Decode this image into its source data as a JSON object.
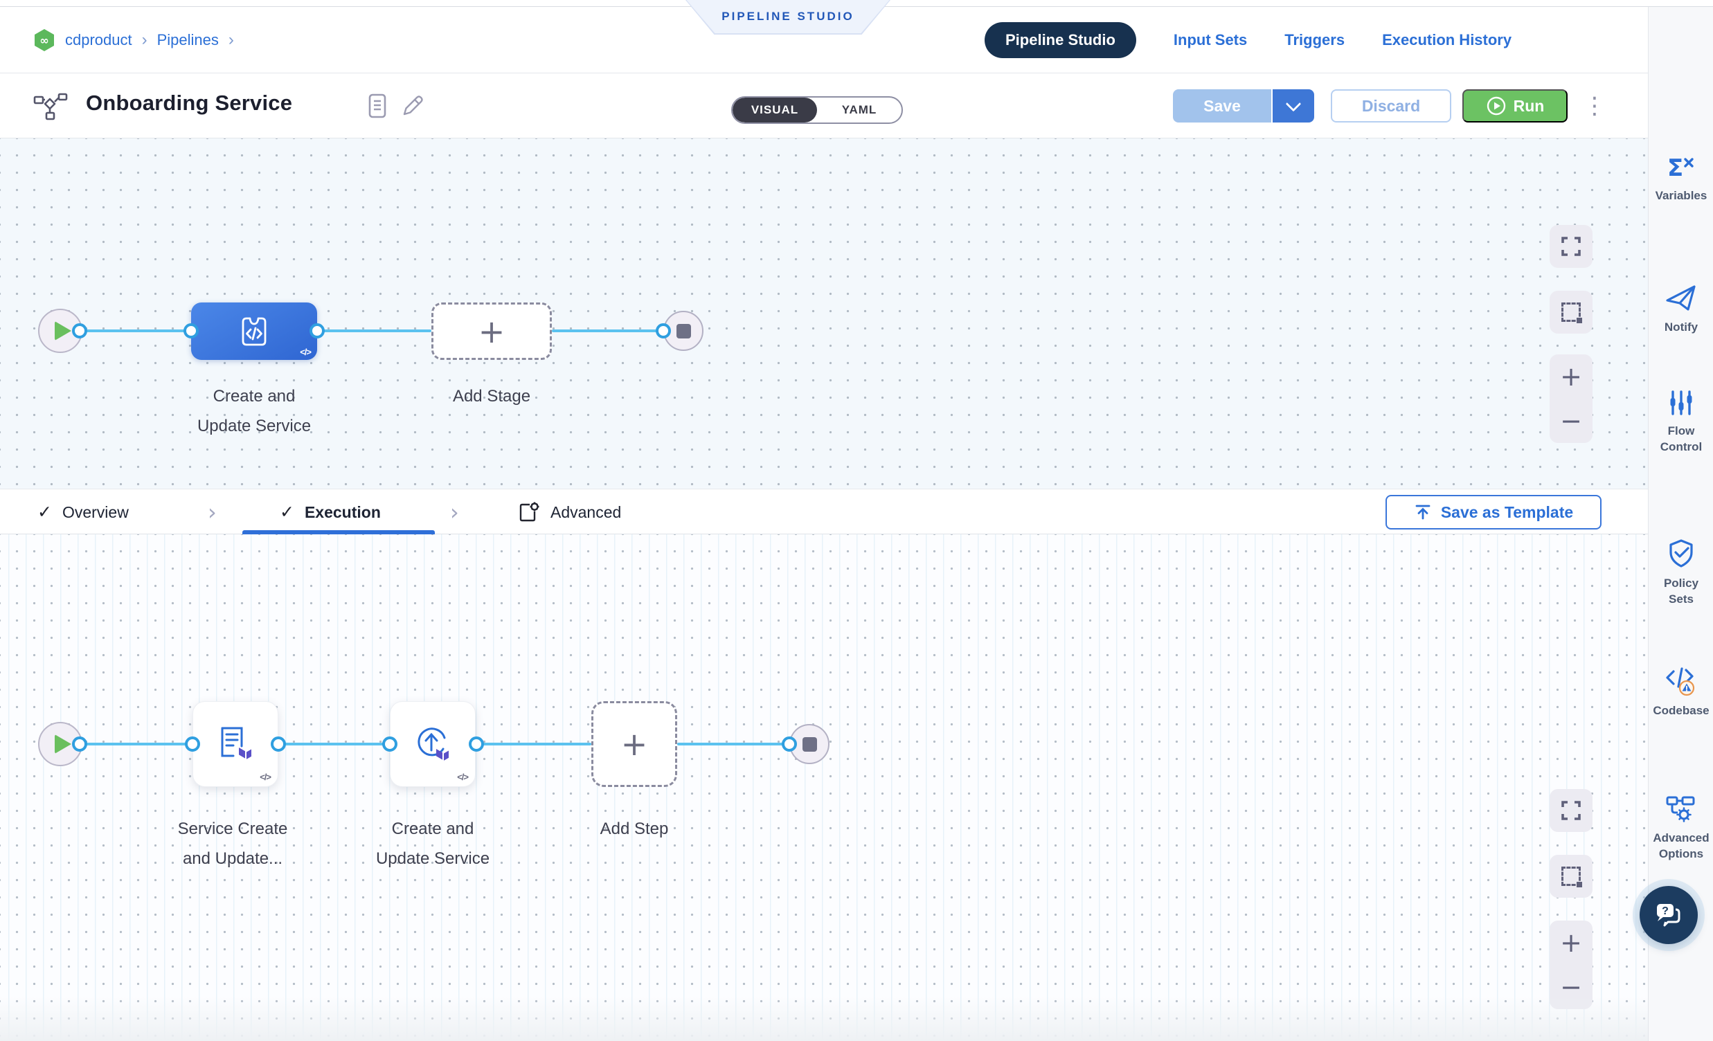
{
  "breadcrumb": {
    "project": "cdproduct",
    "section": "Pipelines",
    "separator": "›"
  },
  "studio_badge": "PIPELINE STUDIO",
  "top_nav": {
    "active": "Pipeline Studio",
    "items": [
      {
        "label": "Pipeline Studio"
      },
      {
        "label": "Input Sets"
      },
      {
        "label": "Triggers"
      },
      {
        "label": "Execution History"
      }
    ]
  },
  "header": {
    "title": "Onboarding Service",
    "toggle": {
      "visual": "VISUAL",
      "yaml": "YAML",
      "active": "VISUAL"
    },
    "save_label": "Save",
    "discard_label": "Discard",
    "run_label": "Run"
  },
  "stage_canvas": {
    "stages": [
      {
        "label_lines": [
          "Create and",
          "Update Service"
        ],
        "code_badge": "</>"
      }
    ],
    "add_stage_label": "Add Stage"
  },
  "tabs": {
    "overview": "Overview",
    "execution": "Execution",
    "advanced": "Advanced",
    "active": "Execution",
    "save_as_template": "Save as Template"
  },
  "step_canvas": {
    "steps": [
      {
        "label_lines": [
          "Service Create",
          "and Update..."
        ],
        "code_badge": "</>"
      },
      {
        "label_lines": [
          "Create and",
          "Update Service"
        ],
        "code_badge": "</>"
      }
    ],
    "add_step_label": "Add Step"
  },
  "sidebar": {
    "items": [
      {
        "label": "Variables"
      },
      {
        "label": "Notify"
      },
      {
        "label": "Flow Control"
      },
      {
        "label": "Policy Sets"
      },
      {
        "label": "Codebase"
      },
      {
        "label": "Advanced Options"
      }
    ]
  },
  "icons": {
    "check": "✓",
    "crumb_separator": "›",
    "tab_separator": "›",
    "plus": "+",
    "minus": "−",
    "kebab": "⋮",
    "sigma": "Σ",
    "close_x": "✕"
  },
  "colors": {
    "accent_blue": "#2b6fd6",
    "nav_navy": "#17314f",
    "stage_blue": "#3b74dc",
    "connector_blue": "#5bc2ef",
    "run_green": "#6cc263",
    "save_disabled_blue": "#a2c3ec",
    "canvas_upper_bg": "#f3f8fc",
    "canvas_lower_bg": "#fcfdff"
  }
}
